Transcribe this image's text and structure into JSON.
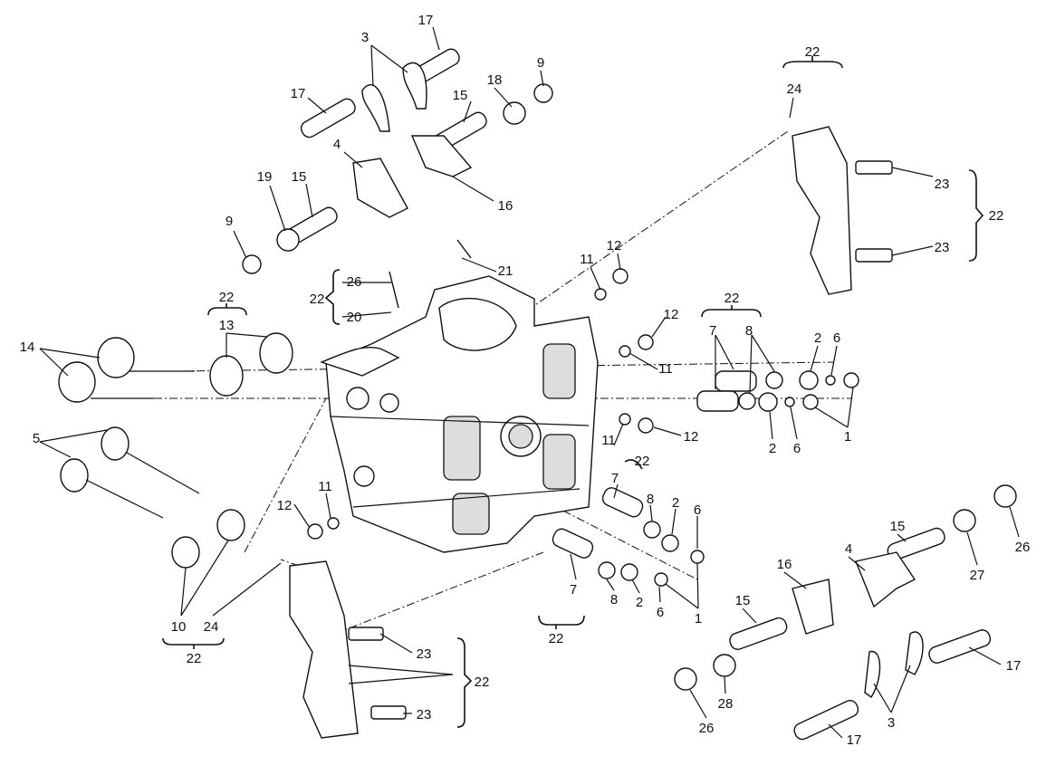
{
  "diagram": {
    "title": "Cylinder head exploded view",
    "callouts": [
      "17",
      "3",
      "9",
      "18",
      "17",
      "15",
      "4",
      "16",
      "15",
      "19",
      "9",
      "22",
      "24",
      "23",
      "22",
      "23",
      "21",
      "26",
      "22",
      "20",
      "11",
      "12",
      "22",
      "13",
      "14",
      "12",
      "11",
      "22",
      "7",
      "8",
      "2",
      "6",
      "11",
      "12",
      "2",
      "6",
      "1",
      "22",
      "7",
      "8",
      "2",
      "6",
      "5",
      "12",
      "11",
      "7",
      "8",
      "2",
      "6",
      "1",
      "22",
      "15",
      "4",
      "16",
      "26",
      "27",
      "15",
      "10",
      "24",
      "22",
      "23",
      "22",
      "23",
      "17",
      "28",
      "3",
      "26",
      "17"
    ]
  }
}
